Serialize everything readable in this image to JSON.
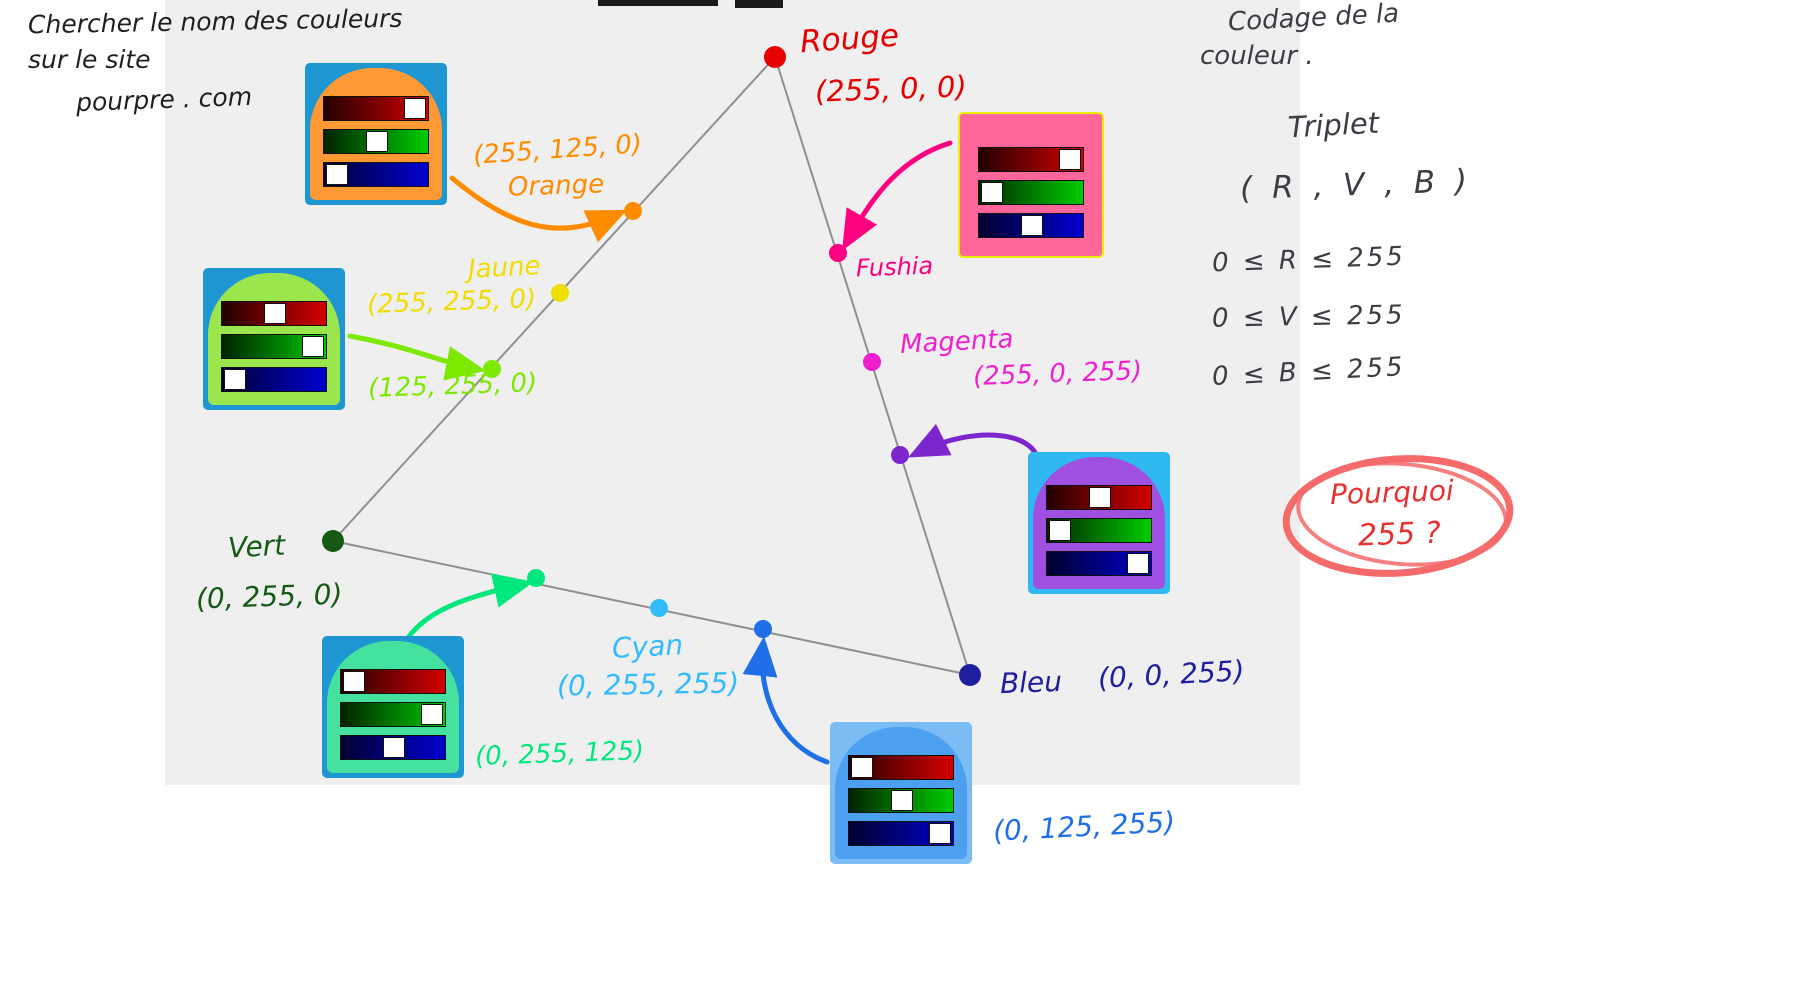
{
  "notes_left": {
    "line1": "Chercher le nom des couleurs",
    "line2": "sur le site",
    "line3": "pourpre . com"
  },
  "notes_right": {
    "line1": "Codage de la",
    "line2": "couleur .",
    "triplet_title": "Triplet",
    "triplet": "( R , V , B )",
    "range_r": "0  ≤  R  ≤  255",
    "range_v": "0  ≤  V  ≤  255",
    "range_b": "0  ≤  B  ≤  255"
  },
  "question": {
    "line1": "Pourquoi",
    "line2": "255 ?"
  },
  "labels": {
    "rouge_name": "Rouge",
    "rouge_triplet": "(255, 0, 0)",
    "orange_triplet": "(255, 125, 0)",
    "orange_name": "Orange",
    "jaune_name": "Jaune",
    "jaune_triplet": "(255, 255, 0)",
    "chartreuse_triplet": "(125, 255, 0)",
    "fushia_name": "Fushia",
    "magenta_name": "Magenta",
    "magenta_triplet": "(255, 0, 255)",
    "vert_name": "Vert",
    "vert_triplet": "(0, 255, 0)",
    "springgreen_triplet": "(0, 255, 125)",
    "cyan_name": "Cyan",
    "cyan_triplet": "(0, 255, 255)",
    "bleu_name": "Bleu",
    "bleu_triplet": "(0, 0, 255)",
    "azure_triplet": "(0, 125, 255)"
  },
  "palette": {
    "rouge": "#e60000",
    "vert": "#155915",
    "bleu": "#1e1e9e",
    "orange": "#ff8c00",
    "jaune": "#f0dc00",
    "chartreuse": "#7de800",
    "fushia": "#ff0080",
    "magenta": "#f020d0",
    "violet": "#7d26cd",
    "vert_clair": "#00e87d",
    "cyan": "#33bbff",
    "azur": "#1e6fe8",
    "encre": "#1f1f1f",
    "crayon": "#3c3c44",
    "cercle_rouge": "#f56a6a"
  },
  "cards": [
    {
      "name": "orange-card",
      "background": "#ff9933",
      "frame": "#1e96d2",
      "handles": {
        "red": "right",
        "green": "middle",
        "blue": "left"
      }
    },
    {
      "name": "chartreuse-card",
      "background": "#9ce64d",
      "frame": "#1e96d2",
      "handles": {
        "red": "middle",
        "green": "right",
        "blue": "left"
      }
    },
    {
      "name": "fushia-card",
      "background": "#ff6699",
      "frame": "#e8f000",
      "handles": {
        "red": "right",
        "green": "left",
        "blue": "middle"
      }
    },
    {
      "name": "violet-card",
      "background": "#a050e0",
      "frame": "#30b8f0",
      "handles": {
        "red": "middle",
        "green": "left",
        "blue": "right"
      }
    },
    {
      "name": "springgreen-card",
      "background": "#44e29e",
      "frame": "#1e96d2",
      "handles": {
        "red": "left",
        "green": "right",
        "blue": "middle"
      }
    },
    {
      "name": "azure-card",
      "background": "#4da0f0",
      "frame": "#7cbcf5",
      "handles": {
        "red": "left",
        "green": "middle",
        "blue": "right"
      }
    }
  ]
}
